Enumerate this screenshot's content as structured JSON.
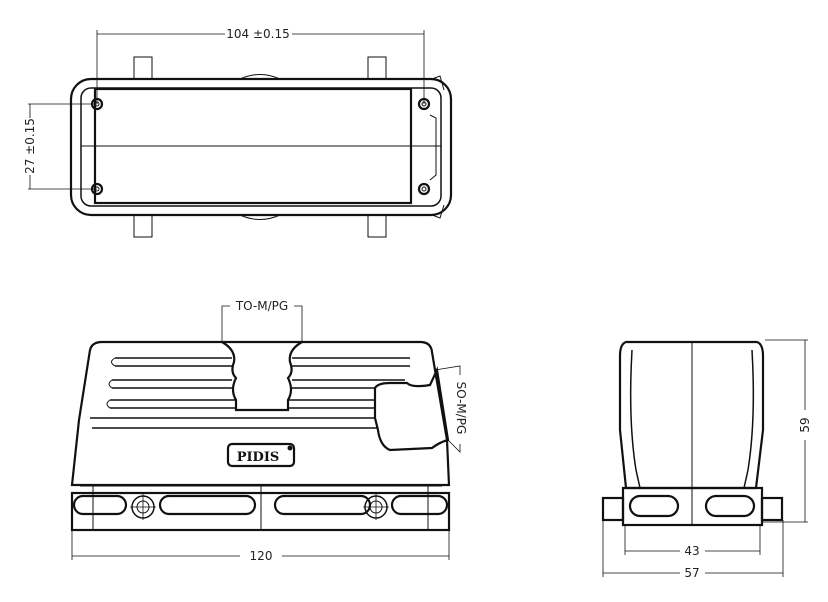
{
  "top_view": {
    "dim_length": "104 ±0.15",
    "dim_width": "27 ±0.15"
  },
  "front_view": {
    "dim_top_entry": "TO-M/PG",
    "dim_side_entry": "SO-M/PG",
    "dim_length": "120",
    "logo_text": "PIDIS"
  },
  "side_view": {
    "dim_height": "59",
    "dim_inner_width": "43",
    "dim_outer_width": "57"
  }
}
